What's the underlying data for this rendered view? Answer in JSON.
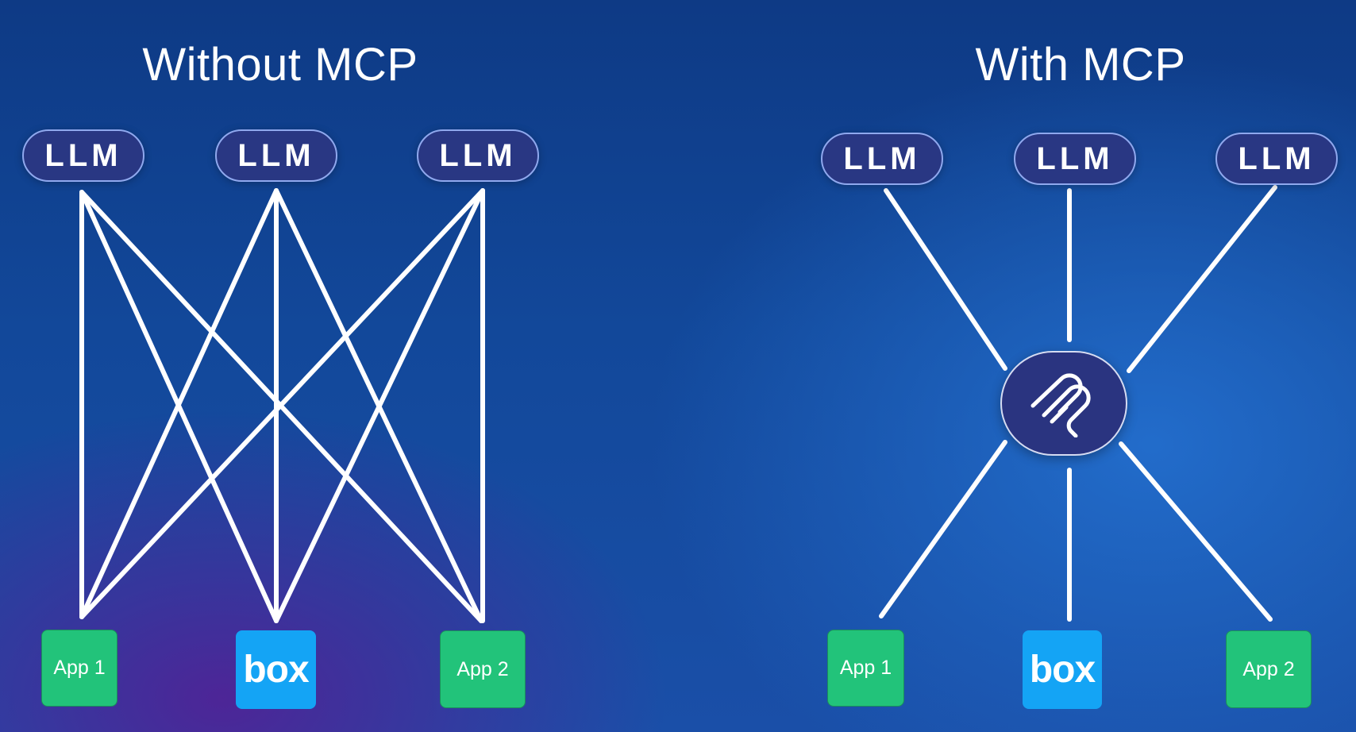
{
  "left": {
    "title": "Without MCP",
    "llms": [
      "LLM",
      "LLM",
      "LLM"
    ],
    "apps": [
      "App 1",
      "box",
      "App 2"
    ]
  },
  "right": {
    "title": "With MCP",
    "llms": [
      "LLM",
      "LLM",
      "LLM"
    ],
    "hub_icon": "mcp-logo-icon",
    "apps": [
      "App 1",
      "box",
      "App 2"
    ]
  },
  "colors": {
    "llm_fill": "#293783",
    "llm_border": "#8fa8ee",
    "app_green": "#22c37a",
    "box_blue": "#14a4f5",
    "line": "#ffffff"
  }
}
